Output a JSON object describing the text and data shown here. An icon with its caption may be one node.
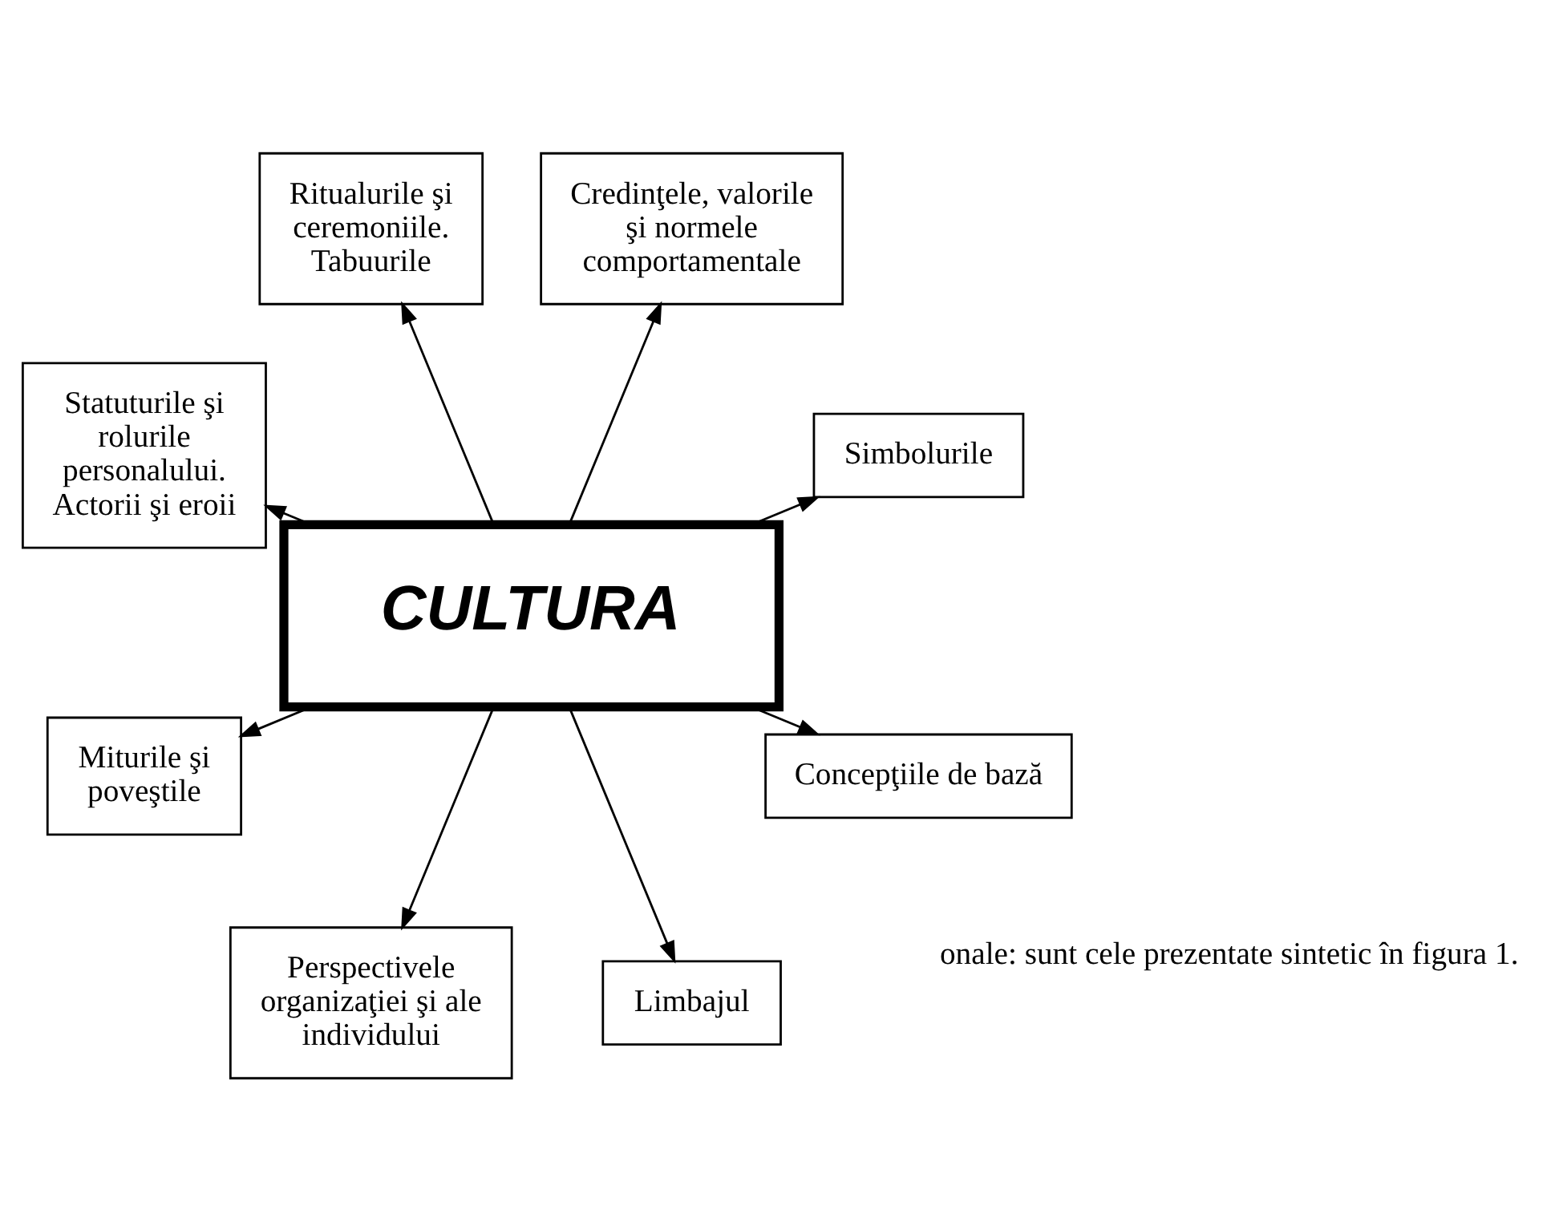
{
  "diagram": {
    "nodes": [
      {
        "text": [
          "Simbolurile"
        ]
      },
      {
        "text": [
          "Credinţele, valorile şi normele comportamentale"
        ]
      },
      {
        "text": [
          "Ritualurile şi ceremoniile. Tabuurile"
        ]
      },
      {
        "text": [
          "Statuturile şi rolurile personalului. Actorii şi eroii"
        ]
      },
      {
        "text": [
          "CULTURA"
        ]
      },
      {
        "text": [
          "Miturile şi poveştile"
        ]
      },
      {
        "text": [
          "Perspectivele organizaţiei şi ale individului"
        ]
      },
      {
        "text": [
          "Limbajul"
        ]
      },
      {
        "text": [
          "Concepţiile de bază"
        ]
      }
    ],
    "edges": [
      {
        "from": 4,
        "to": 0,
        "arrow": "to"
      },
      {
        "from": 4,
        "to": 2,
        "arrow": "to"
      },
      {
        "from": 4,
        "to": 5,
        "arrow": "to"
      },
      {
        "from": 4,
        "to": 7,
        "arrow": "to"
      },
      {
        "from": 4,
        "to": 8,
        "arrow": "to"
      },
      {
        "from": 4,
        "to": 6,
        "arrow": "to"
      },
      {
        "from": 4,
        "to": 3,
        "arrow": "to"
      },
      {
        "from": 4,
        "to": 1,
        "arrow": "to"
      }
    ],
    "labels": [
      "onale: sunt cele prezentate sintetic în figura 1."
    ]
  }
}
